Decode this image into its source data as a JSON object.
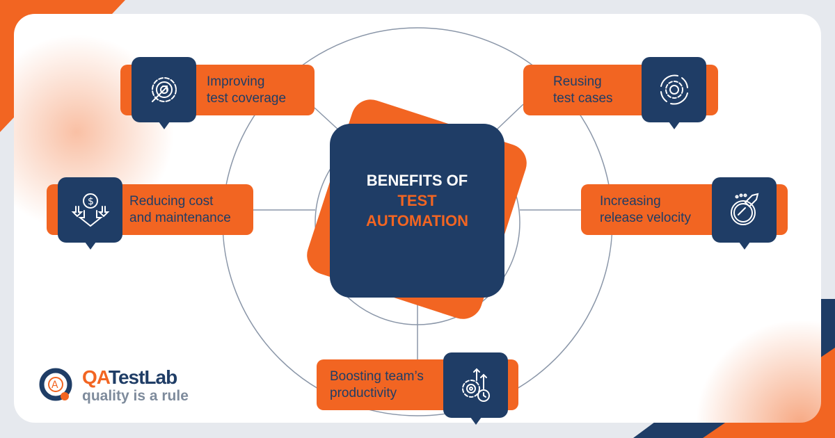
{
  "center": {
    "line1": "BENEFITS OF",
    "line2": "TEST",
    "line3": "AUTOMATION"
  },
  "benefits": [
    {
      "label": "Improving\ntest coverage",
      "icon": "gear-target-icon"
    },
    {
      "label": "Reusing\ntest cases",
      "icon": "gear-cycle-icon"
    },
    {
      "label": "Reducing cost\nand maintenance",
      "icon": "dollar-down-arrows-icon"
    },
    {
      "label": "Increasing\nrelease velocity",
      "icon": "rocket-speedometer-icon"
    },
    {
      "label": "Boosting team’s\nproductivity",
      "icon": "gear-clock-arrows-icon"
    }
  ],
  "logo": {
    "brand_orange": "QA",
    "brand_navy": "TestLab",
    "tagline": "quality is a rule"
  },
  "colors": {
    "orange": "#f26522",
    "navy": "#1f3d66",
    "line": "#8a96a8"
  }
}
